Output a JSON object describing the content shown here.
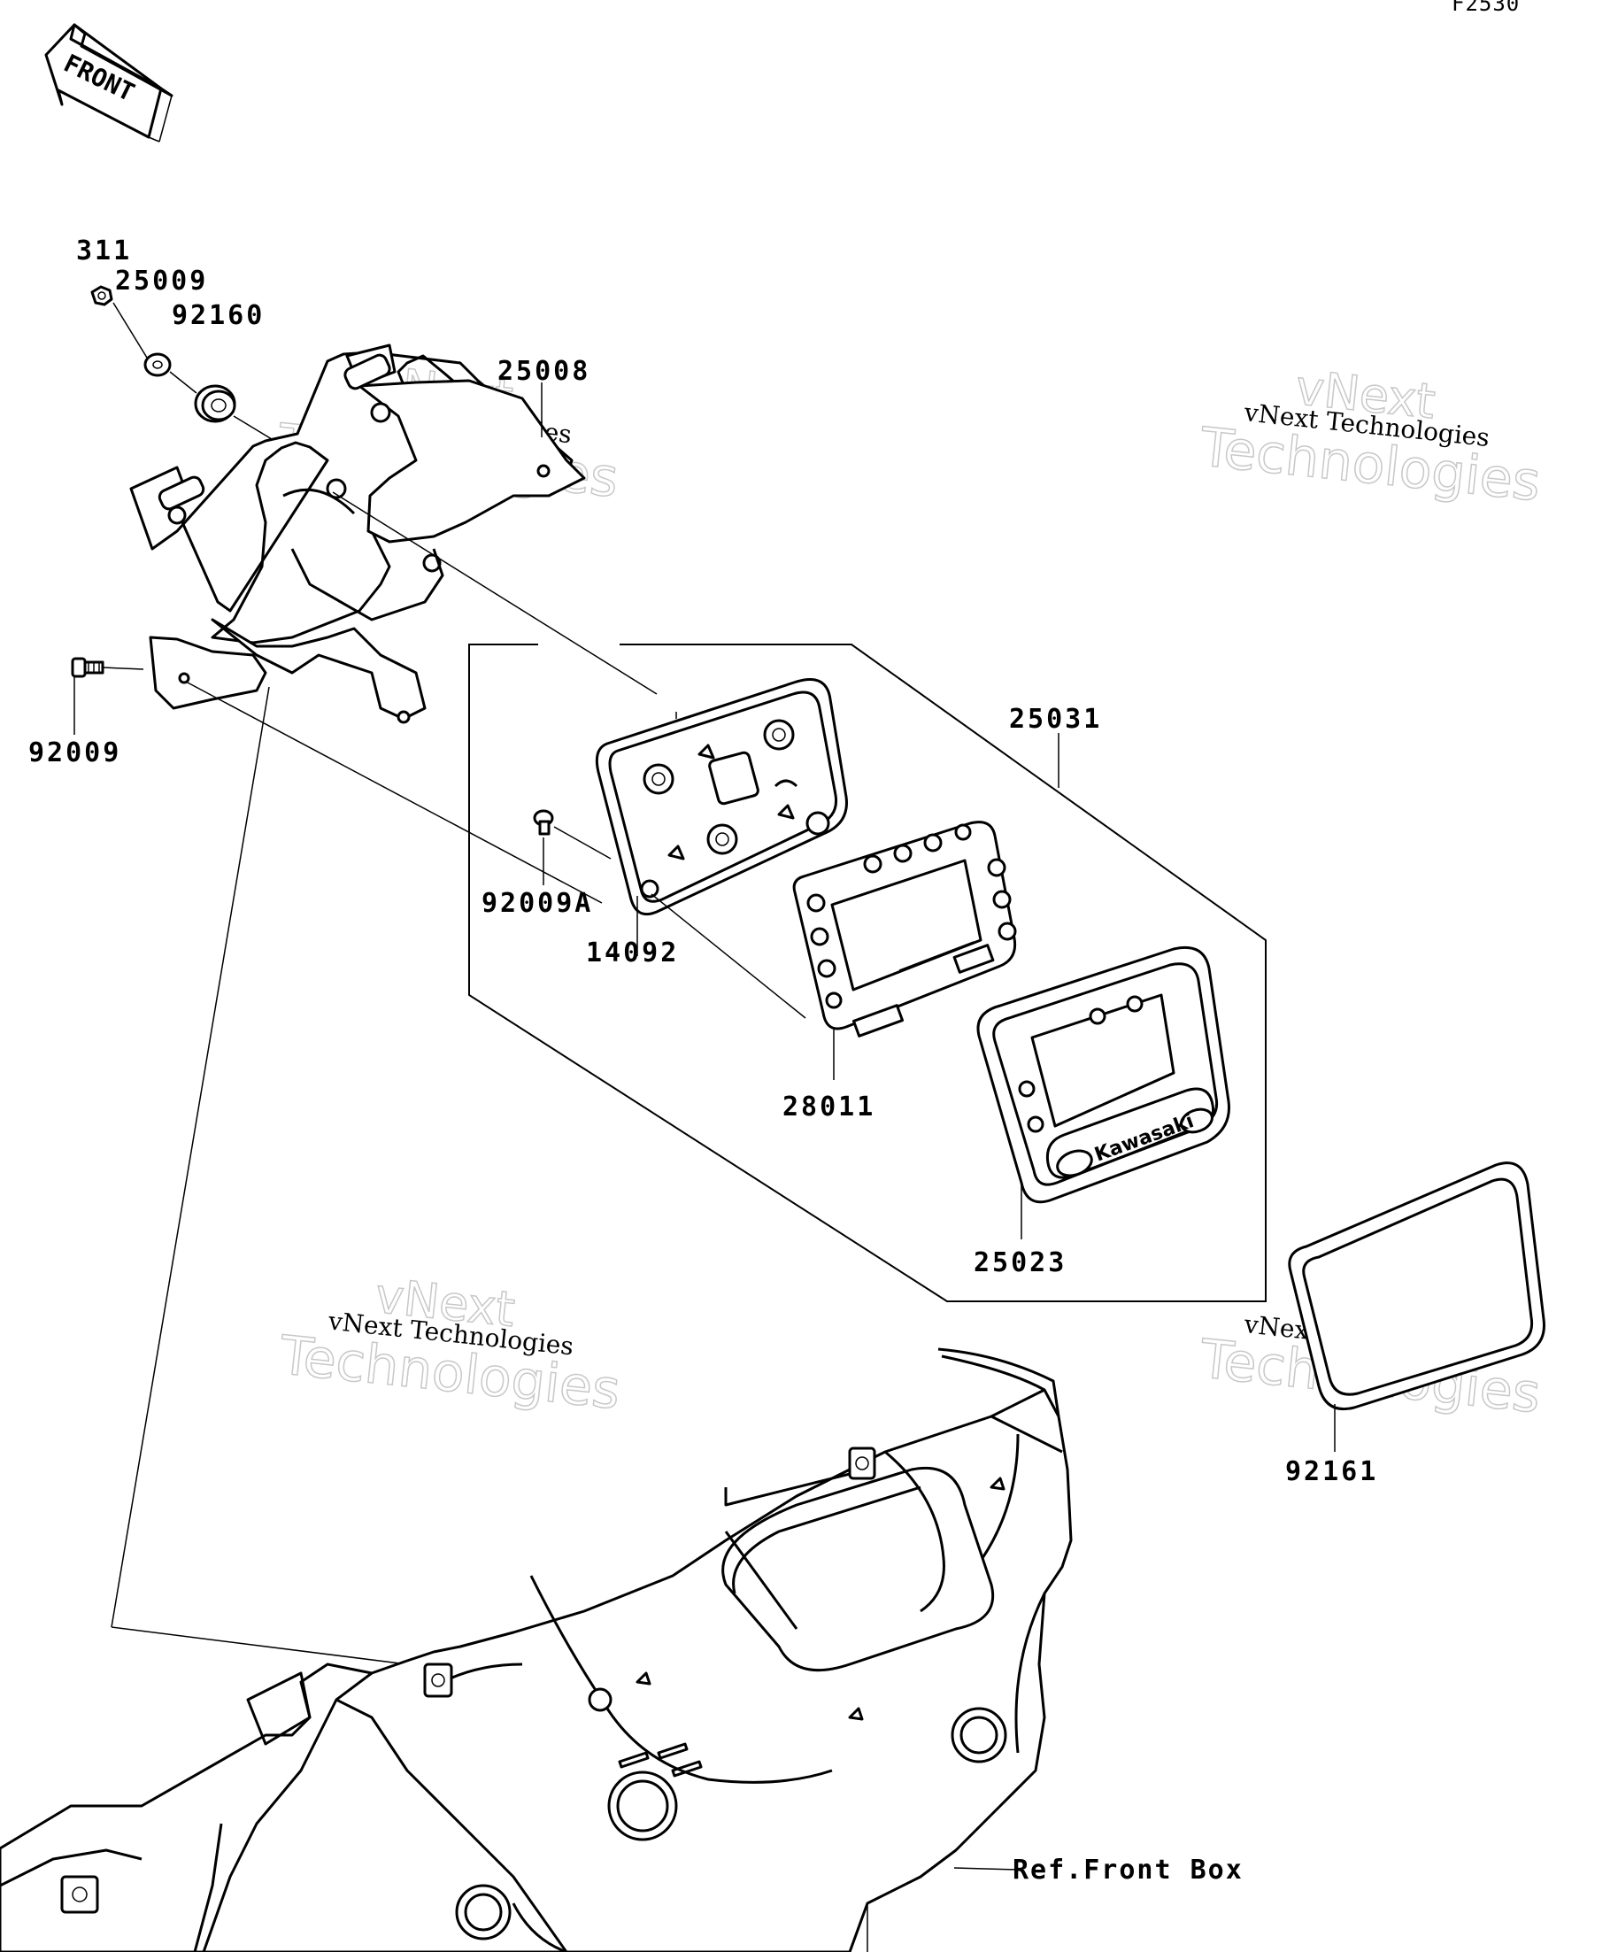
{
  "diagram_code": "F2530",
  "front_arrow_label": "FRONT",
  "watermark": {
    "line1": "vNext Technologies",
    "big1": "vNext",
    "big2": "Technologies"
  },
  "parts": [
    {
      "id": "311"
    },
    {
      "id": "25009"
    },
    {
      "id": "92160"
    },
    {
      "id": "25008"
    },
    {
      "id": "92009"
    },
    {
      "id": "25031"
    },
    {
      "id": "92009A"
    },
    {
      "id": "14092"
    },
    {
      "id": "28011"
    },
    {
      "id": "25023"
    },
    {
      "id": "92161"
    }
  ],
  "brand_logo_text": "Kawasaki",
  "reference_label": "Ref.Front Box"
}
